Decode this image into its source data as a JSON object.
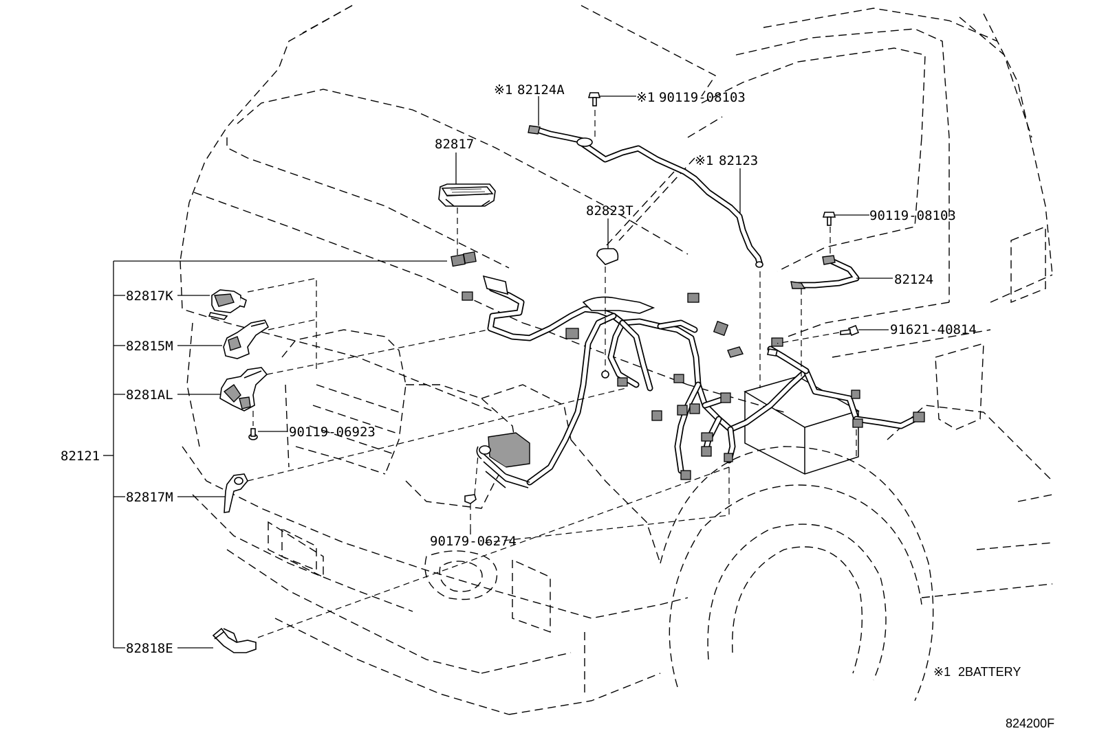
{
  "labels": {
    "p82124A_marker": "※1",
    "p82124A": "82124A",
    "p90119_08103_a_marker": "※1",
    "p90119_08103_a": "90119-08103",
    "p82817": "82817",
    "p82123_marker": "※1",
    "p82123": "82123",
    "p82823T": "82823T",
    "p90119_08103_b": "90119-08103",
    "p82124": "82124",
    "p91621_40814": "91621-40814",
    "p82817K": "82817K",
    "p82815M": "82815M",
    "p8281AL": "8281AL",
    "p90119_06923": "90119-06923",
    "p82121": "82121",
    "p82817M": "82817M",
    "p90179_06274": "90179-06274",
    "p82818E": "82818E"
  },
  "footnote": {
    "marker": "※1",
    "text": "2BATTERY"
  },
  "diagram_id": "824200F"
}
